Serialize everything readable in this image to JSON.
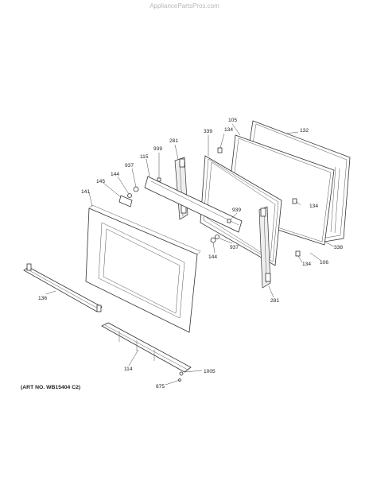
{
  "watermark": "AppliancePartsPros.com",
  "art_number": "(ART NO. WB15404 C2)",
  "labels": {
    "l105": "105",
    "l132": "132",
    "l134a": "134",
    "l339": "339",
    "l281a": "281",
    "l939a": "939",
    "l115": "115",
    "l937a": "937",
    "l144a": "144",
    "l145": "145",
    "l141": "141",
    "l134b": "134",
    "l939b": "939",
    "l144b": "144",
    "l937b": "937",
    "l338": "338",
    "l134c": "134",
    "l106": "106",
    "l281b": "281",
    "l136": "136",
    "l114": "114",
    "l1005": "1005",
    "l875": "875"
  }
}
